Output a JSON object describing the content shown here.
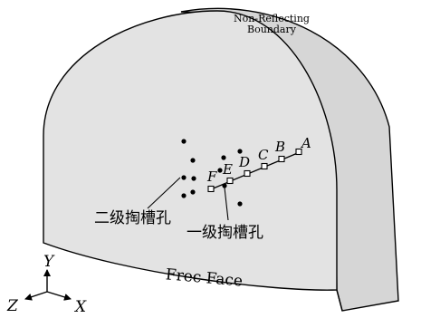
{
  "labels": {
    "non_reflecting_line1": "Non-Reflecting",
    "non_reflecting_line2": "Boundary",
    "free_face": "Frec Face",
    "secondary_cut_holes": "二级掏槽孔",
    "primary_cut_holes": "一级掏槽孔"
  },
  "axes": {
    "y": "Y",
    "z": "Z",
    "x": "X"
  },
  "points": [
    "A",
    "B",
    "C",
    "D",
    "E",
    "F"
  ],
  "colors": {
    "model_fill": "#e3e3e3",
    "outline": "#000000",
    "background": "#ffffff"
  }
}
